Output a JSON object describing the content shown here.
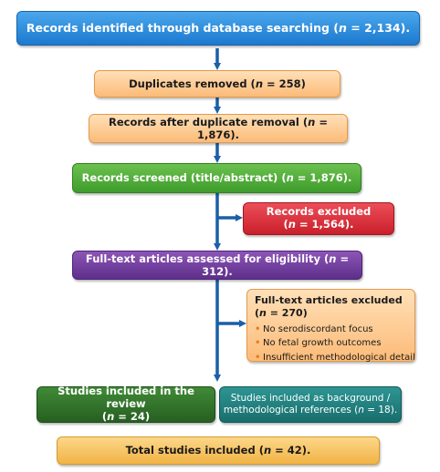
{
  "boxes": {
    "identified": {
      "pre": "Records identified through database searching (",
      "n": "n",
      "post": " = 2,134)."
    },
    "duplicates": {
      "pre": "Duplicates removed (",
      "n": "n",
      "post": " = 258)"
    },
    "after_duplicates": {
      "pre": "Records after duplicate removal (",
      "n": "n",
      "post": " = 1,876)."
    },
    "screened": {
      "pre": "Records screened (title/abstract) (",
      "n": "n",
      "post": " = 1,876)."
    },
    "excluded": {
      "line1": "Records excluded",
      "pre": "(",
      "n": "n",
      "post": " = 1,564)."
    },
    "fulltext": {
      "pre": "Full-text articles assessed for eligibility (",
      "n": "n",
      "post": " = 312)."
    },
    "fulltext_excluded": {
      "line1": "Full-text articles excluded",
      "pre": "(",
      "n": "n",
      "post": " = 270)",
      "reasons": [
        "No serodiscordant focus",
        "No fetal growth outcomes",
        "Insufficient methodological detail"
      ]
    },
    "included_review": {
      "line1": "Studies included in the review",
      "pre": "(",
      "n": "n",
      "post": " = 24)"
    },
    "included_background": {
      "line1": "Studies included as background /",
      "pre": "methodological references (",
      "n": "n",
      "post": " = 18)."
    },
    "total": {
      "pre": "Total studies included (",
      "n": "n",
      "post": " = 42)."
    }
  },
  "bullet_glyph": "•",
  "colors": {
    "arrow": "#1b5fa8",
    "blue": "#2a8ae0",
    "orange": "#fcc88d",
    "green": "#52ab3a",
    "red": "#d9323d",
    "purple": "#6f3f9d",
    "dark_green": "#2f7029",
    "teal": "#1f7f7e",
    "gold": "#f6c25e"
  }
}
